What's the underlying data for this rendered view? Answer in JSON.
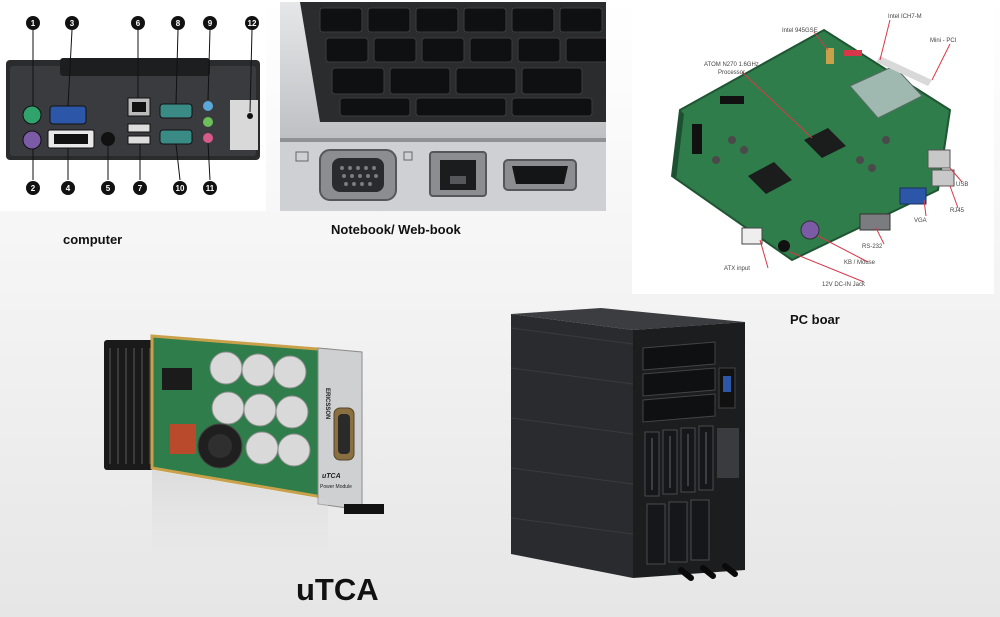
{
  "captions": {
    "computer": "computer",
    "notebook": "Notebook/ Web-book",
    "pc_board": "PC boar",
    "utca": "uTCA"
  },
  "computer_panel": {
    "port_numbers": [
      "1",
      "2",
      "3",
      "4",
      "5",
      "6",
      "7",
      "8",
      "9",
      "10",
      "11",
      "12"
    ]
  },
  "pc_board_panel": {
    "labels": {
      "ich": "Intel ICH7-M",
      "gse": "Intel 945GSE",
      "minipci": "Mini - PCI",
      "atom": "ATOM N270 1.6GHz",
      "processor": "Processor",
      "usb": "USB",
      "rj45": "RJ45",
      "vga": "VGA",
      "rs232": "RS-232",
      "kbmouse": "KB / Mouse",
      "atxinput": "ATX input",
      "dcin": "12V DC-IN Jack"
    }
  },
  "utca_module": {
    "brand": "ERICSSON",
    "logo": "uTCA",
    "subtitle": "Power Module"
  },
  "colors": {
    "pcb_green": "#2f7d4a",
    "ps2_green": "#2fa36b",
    "ps2_purple": "#7b5aa6",
    "vga_blue": "#2c57a8",
    "serial_teal": "#3a8a86",
    "gold": "#c9a14a",
    "server_black": "#1c1d1f"
  }
}
